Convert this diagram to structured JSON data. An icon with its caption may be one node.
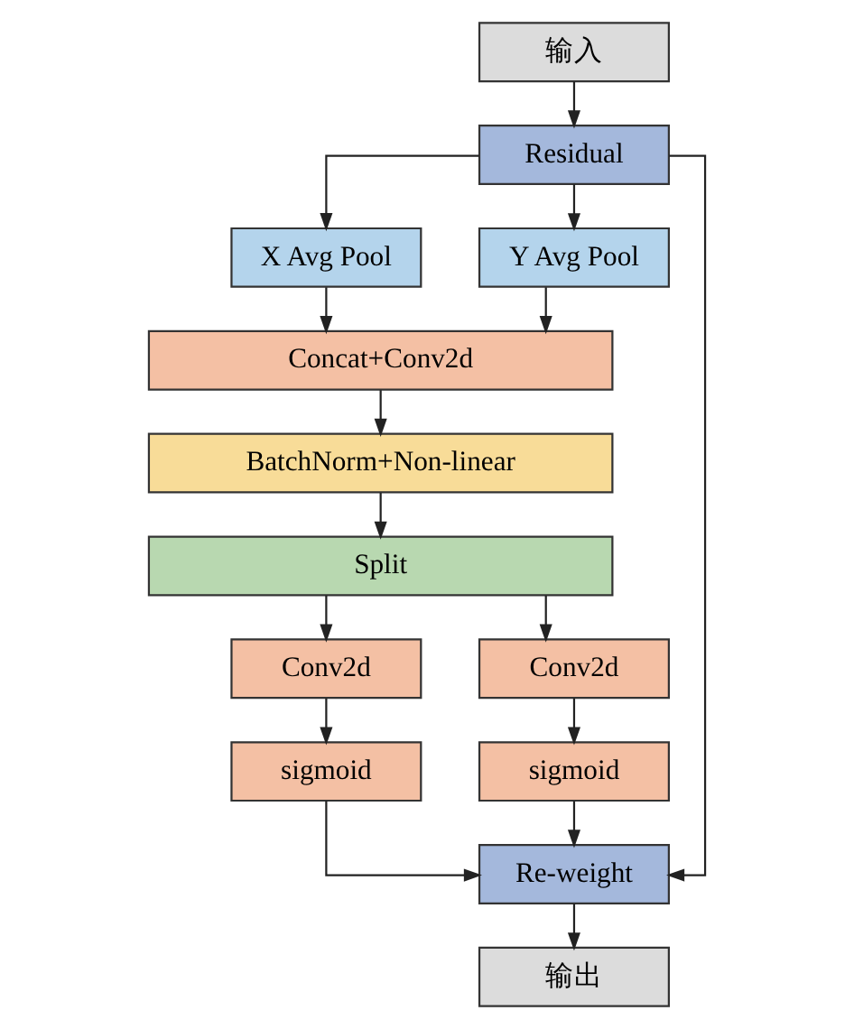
{
  "diagram": {
    "nodes": [
      {
        "text": [
          "输入"
        ]
      },
      {
        "text": [
          "Residual"
        ]
      },
      {
        "text": [
          "X Avg Pool"
        ]
      },
      {
        "text": [
          "Y Avg Pool"
        ]
      },
      {
        "text": [
          "Concat+Conv2d"
        ]
      },
      {
        "text": [
          "BatchNorm+Non-linear"
        ]
      },
      {
        "text": [
          "Split"
        ]
      },
      {
        "text": [
          "Conv2d"
        ]
      },
      {
        "text": [
          "Conv2d"
        ]
      },
      {
        "text": [
          "sigmoid"
        ]
      },
      {
        "text": [
          "sigmoid"
        ]
      },
      {
        "text": [
          "Re-weight"
        ]
      },
      {
        "text": [
          "输出"
        ]
      }
    ],
    "edges": [
      {
        "from": 0,
        "to": 1,
        "arrow": "to"
      },
      {
        "from": 1,
        "to": 2,
        "arrow": "to"
      },
      {
        "from": 1,
        "to": 3,
        "arrow": "to"
      },
      {
        "from": 2,
        "to": 4,
        "arrow": "to"
      },
      {
        "from": 3,
        "to": 4,
        "arrow": "to"
      },
      {
        "from": 4,
        "to": 5,
        "arrow": "to"
      },
      {
        "from": 5,
        "to": 6,
        "arrow": "to"
      },
      {
        "from": 6,
        "to": 7,
        "arrow": "to"
      },
      {
        "from": 6,
        "to": 8,
        "arrow": "to"
      },
      {
        "from": 7,
        "to": 9,
        "arrow": "to"
      },
      {
        "from": 8,
        "to": 10,
        "arrow": "to"
      },
      {
        "from": 1,
        "to": 11,
        "arrow": "to"
      },
      {
        "from": 9,
        "to": 11,
        "arrow": "to"
      },
      {
        "from": 10,
        "to": 11,
        "arrow": "to"
      },
      {
        "from": 11,
        "to": 12,
        "arrow": "to"
      }
    ]
  }
}
